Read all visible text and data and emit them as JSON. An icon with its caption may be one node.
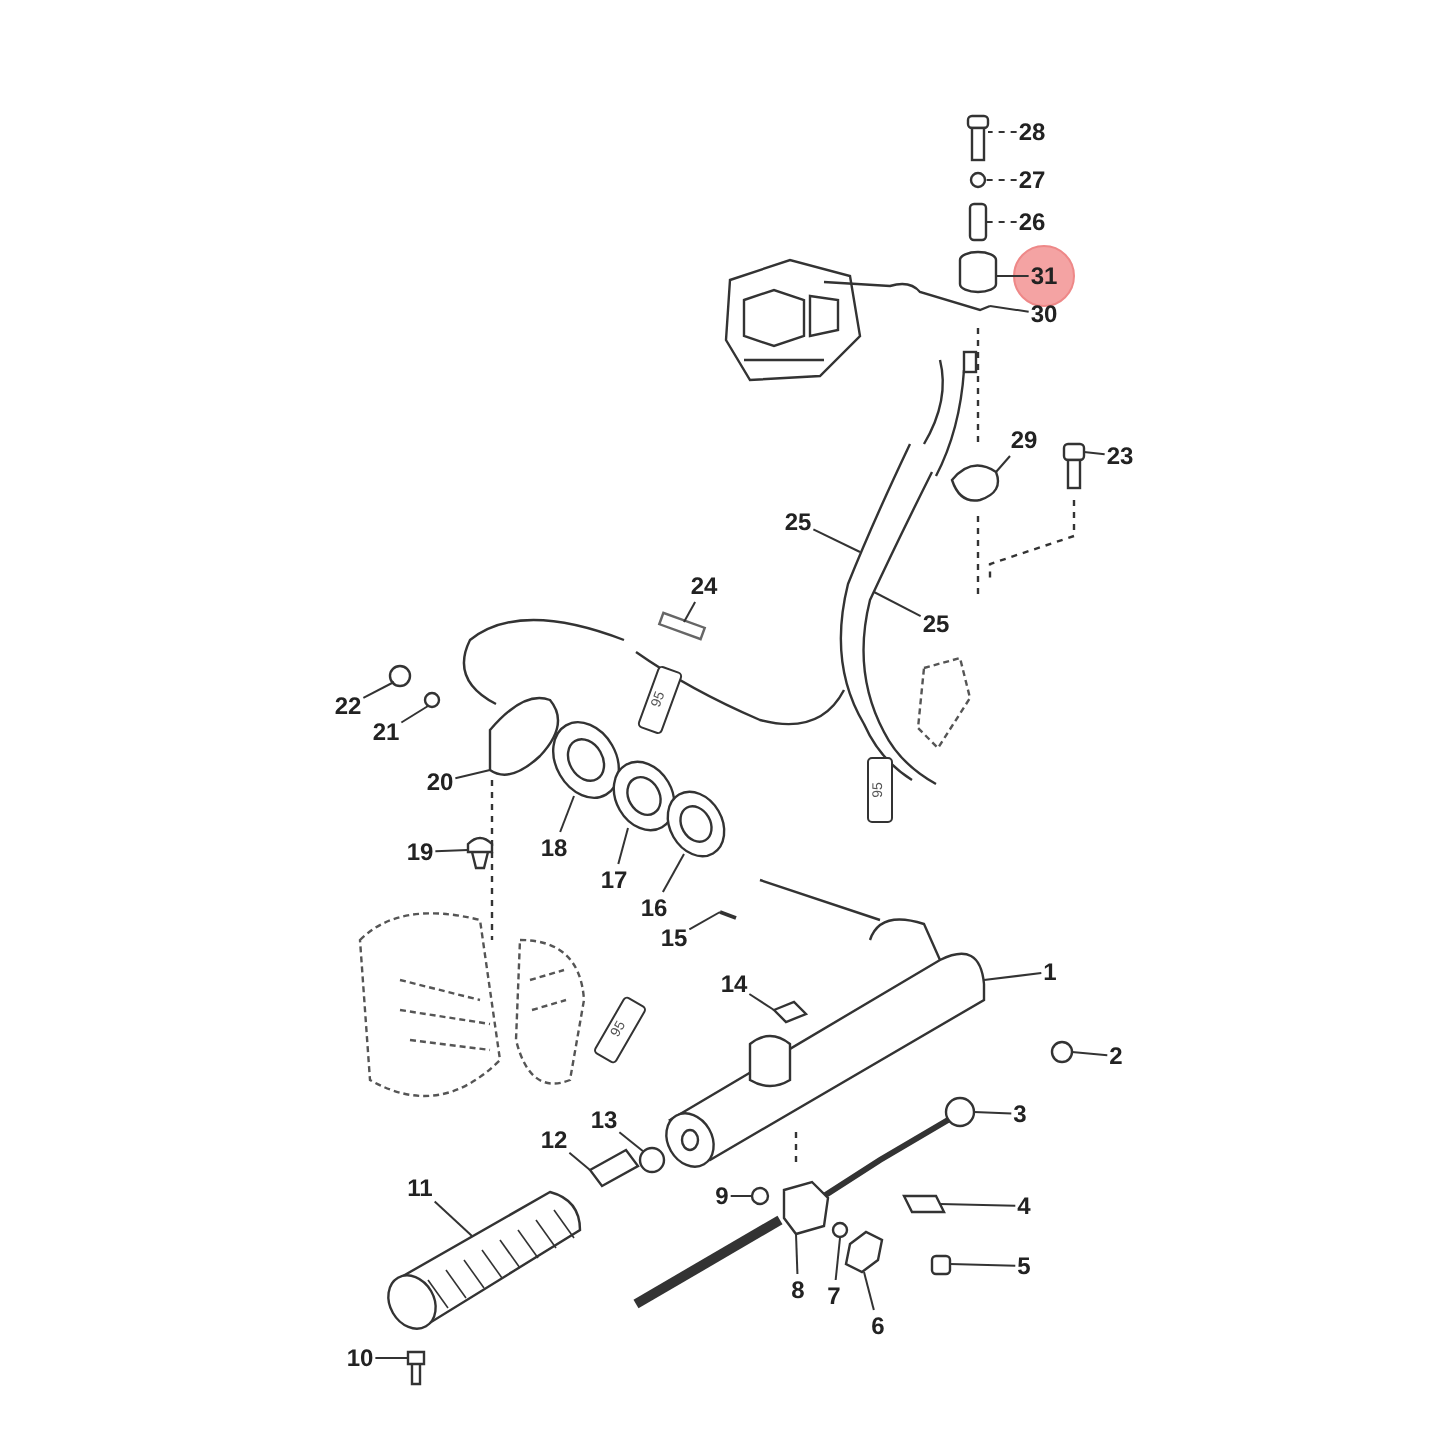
{
  "diagram": {
    "nodes": [
      {
        "text": [
          "28"
        ]
      },
      {
        "text": [
          "27"
        ]
      },
      {
        "text": [
          "26"
        ]
      },
      {
        "text": [
          "31"
        ]
      },
      {
        "text": [
          "30"
        ]
      },
      {
        "text": [
          "29"
        ]
      },
      {
        "text": [
          "23"
        ]
      },
      {
        "text": [
          "25"
        ]
      },
      {
        "text": [
          "24"
        ]
      },
      {
        "text": [
          "25"
        ]
      },
      {
        "text": [
          "22"
        ]
      },
      {
        "text": [
          "21"
        ]
      },
      {
        "text": [
          "20"
        ]
      },
      {
        "text": [
          "18"
        ]
      },
      {
        "text": [
          "19"
        ]
      },
      {
        "text": [
          "17"
        ]
      },
      {
        "text": [
          "16"
        ]
      },
      {
        "text": [
          "15"
        ]
      },
      {
        "text": [
          "1"
        ]
      },
      {
        "text": [
          "14"
        ]
      },
      {
        "text": [
          "2"
        ]
      },
      {
        "text": [
          "3"
        ]
      },
      {
        "text": [
          "12"
        ]
      },
      {
        "text": [
          "13"
        ]
      },
      {
        "text": [
          "11"
        ]
      },
      {
        "text": [
          "9"
        ]
      },
      {
        "text": [
          "4"
        ]
      },
      {
        "text": [
          "5"
        ]
      },
      {
        "text": [
          "8"
        ]
      },
      {
        "text": [
          "7"
        ]
      },
      {
        "text": [
          "6"
        ]
      },
      {
        "text": [
          "10"
        ]
      },
      {
        "text": [],
        "shape": "picture"
      },
      {
        "text": [],
        "shape": "circle"
      },
      {
        "text": [],
        "shape": "picture"
      },
      {
        "text": [],
        "shape": "picture"
      },
      {
        "text": [],
        "shape": "picture"
      },
      {
        "text": [],
        "shape": "picture"
      },
      {
        "text": [],
        "shape": "picture"
      },
      {
        "text": [],
        "shape": "picture"
      },
      {
        "text": [],
        "shape": "box"
      },
      {
        "text": [],
        "shape": "picture"
      },
      {
        "text": [],
        "shape": "circle"
      },
      {
        "text": [],
        "shape": "circle"
      },
      {
        "text": [],
        "shape": "picture"
      },
      {
        "text": [],
        "shape": "picture"
      },
      {
        "text": [],
        "shape": "picture"
      },
      {
        "text": [],
        "shape": "picture"
      },
      {
        "text": [],
        "shape": "picture"
      },
      {
        "text": [],
        "shape": "picture"
      },
      {
        "text": [],
        "shape": "picture"
      },
      {
        "text": [],
        "shape": "picture"
      },
      {
        "text": [],
        "shape": "circle"
      },
      {
        "text": [],
        "shape": "picture"
      },
      {
        "text": [],
        "shape": "picture"
      },
      {
        "text": [],
        "shape": "circle"
      },
      {
        "text": [],
        "shape": "picture"
      },
      {
        "text": [],
        "shape": "circle"
      },
      {
        "text": [],
        "shape": "box"
      },
      {
        "text": [],
        "shape": "box"
      },
      {
        "text": [],
        "shape": "picture"
      },
      {
        "text": [],
        "shape": "circle"
      },
      {
        "text": [],
        "shape": "picture"
      },
      {
        "text": [],
        "shape": "picture"
      }
    ],
    "edges": [
      {
        "from": 0,
        "to": 32,
        "arrow": "none",
        "style": "dashed"
      },
      {
        "from": 1,
        "to": 33,
        "arrow": "none",
        "style": "dashed"
      },
      {
        "from": 2,
        "to": 34,
        "arrow": "none",
        "style": "dashed"
      },
      {
        "from": 3,
        "to": 35,
        "arrow": "none"
      },
      {
        "from": 4,
        "to": 36,
        "arrow": "none"
      },
      {
        "from": 5,
        "to": 37,
        "arrow": "none"
      },
      {
        "from": 6,
        "to": 38,
        "arrow": "none"
      },
      {
        "from": 7,
        "to": 39,
        "arrow": "none"
      },
      {
        "from": 8,
        "to": 40,
        "arrow": "none"
      },
      {
        "from": 9,
        "to": 41,
        "arrow": "none"
      },
      {
        "from": 10,
        "to": 42,
        "arrow": "none"
      },
      {
        "from": 11,
        "to": 43,
        "arrow": "none"
      },
      {
        "from": 12,
        "to": 44,
        "arrow": "none"
      },
      {
        "from": 13,
        "to": 45,
        "arrow": "none"
      },
      {
        "from": 14,
        "to": 46,
        "arrow": "none"
      },
      {
        "from": 15,
        "to": 47,
        "arrow": "none"
      },
      {
        "from": 16,
        "to": 48,
        "arrow": "none"
      },
      {
        "from": 17,
        "to": 49,
        "arrow": "none"
      },
      {
        "from": 18,
        "to": 50,
        "arrow": "none"
      },
      {
        "from": 19,
        "to": 51,
        "arrow": "none"
      },
      {
        "from": 20,
        "to": 52,
        "arrow": "none"
      },
      {
        "from": 21,
        "to": 53,
        "arrow": "none"
      },
      {
        "from": 22,
        "to": 54,
        "arrow": "none"
      },
      {
        "from": 23,
        "to": 55,
        "arrow": "none"
      },
      {
        "from": 24,
        "to": 56,
        "arrow": "none"
      },
      {
        "from": 25,
        "to": 57,
        "arrow": "none"
      },
      {
        "from": 26,
        "to": 58,
        "arrow": "none"
      },
      {
        "from": 27,
        "to": 59,
        "arrow": "none"
      },
      {
        "from": 28,
        "to": 60,
        "arrow": "none"
      },
      {
        "from": 29,
        "to": 61,
        "arrow": "none"
      },
      {
        "from": 30,
        "to": 62,
        "arrow": "none"
      },
      {
        "from": 31,
        "to": 63,
        "arrow": "none"
      }
    ],
    "labels": [
      "95",
      "95",
      "95"
    ]
  }
}
